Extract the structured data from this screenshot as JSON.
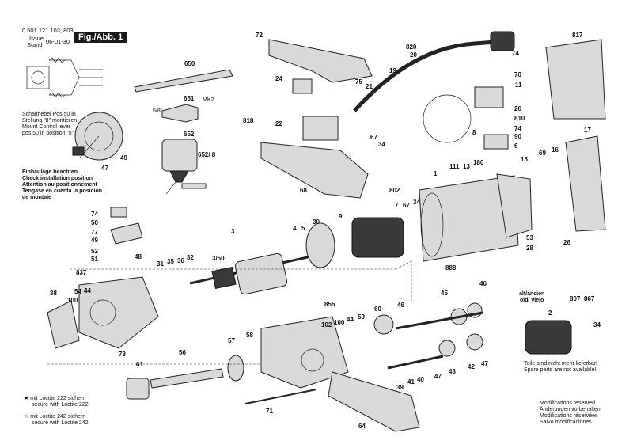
{
  "header": {
    "doc_number": "0 601 121 103; 803",
    "issue_label": "Issue",
    "stand_label": "Stand",
    "date": "06-01-30",
    "fig_label": "Fig./Abb. 1"
  },
  "switch_note": [
    "Schalthebel Pos.50 in",
    "Stellung \"II\" montieren",
    "Mount Control lever",
    "pos.50 in position \"II\""
  ],
  "install_note": [
    "Einbaulage beachten",
    "Check installation position",
    "Attention au positionnement",
    "Tengase en cuenta la posición",
    "de montaje"
  ],
  "loctite_222": [
    "mit Loctite 222 sichern",
    "secure with Loctite 222"
  ],
  "loctite_242": [
    "mit Loctite 242 sichern",
    "secure with Loctite 242"
  ],
  "alt_header": [
    "alt/ancien",
    "old/ viejo"
  ],
  "alt_parts_note": [
    "Teile sind nicht mehr lieferbar!",
    "Spare parts are not available!"
  ],
  "modifications": [
    "Modifications reserved",
    "Änderungen vorbehalten",
    "Modifications réservées",
    "Salvo modificaciones"
  ],
  "misc_text": {
    "mk2": "MK2",
    "size": "5/8\"",
    "star": "★",
    "star_outline": "☆",
    "small_label": "3/50"
  },
  "parts": [
    {
      "id": "72"
    },
    {
      "id": "650"
    },
    {
      "id": "820"
    },
    {
      "id": "20"
    },
    {
      "id": "817"
    },
    {
      "id": "74"
    },
    {
      "id": "11"
    },
    {
      "id": "24"
    },
    {
      "id": "75"
    },
    {
      "id": "21"
    },
    {
      "id": "19"
    },
    {
      "id": "70"
    },
    {
      "id": "651"
    },
    {
      "id": "26"
    },
    {
      "id": "810"
    },
    {
      "id": "818"
    },
    {
      "id": "74"
    },
    {
      "id": "90"
    },
    {
      "id": "6"
    },
    {
      "id": "22"
    },
    {
      "id": "67"
    },
    {
      "id": "34"
    },
    {
      "id": "8"
    },
    {
      "id": "17"
    },
    {
      "id": "652"
    },
    {
      "id": "652/ 8"
    },
    {
      "id": "69"
    },
    {
      "id": "16"
    },
    {
      "id": "15"
    },
    {
      "id": "111"
    },
    {
      "id": "13"
    },
    {
      "id": "180"
    },
    {
      "id": "1"
    },
    {
      "id": "68"
    },
    {
      "id": "49"
    },
    {
      "id": "47"
    },
    {
      "id": "802"
    },
    {
      "id": "7"
    },
    {
      "id": "67"
    },
    {
      "id": "34"
    },
    {
      "id": "74"
    },
    {
      "id": "50"
    },
    {
      "id": "9"
    },
    {
      "id": "30"
    },
    {
      "id": "3"
    },
    {
      "id": "4"
    },
    {
      "id": "5"
    },
    {
      "id": "53"
    },
    {
      "id": "28"
    },
    {
      "id": "26"
    },
    {
      "id": "77"
    },
    {
      "id": "49"
    },
    {
      "id": "52"
    },
    {
      "id": "51"
    },
    {
      "id": "48"
    },
    {
      "id": "31"
    },
    {
      "id": "35"
    },
    {
      "id": "36"
    },
    {
      "id": "32"
    },
    {
      "id": "888"
    },
    {
      "id": "837"
    },
    {
      "id": "54"
    },
    {
      "id": "44"
    },
    {
      "id": "100"
    },
    {
      "id": "38"
    },
    {
      "id": "46"
    },
    {
      "id": "45"
    },
    {
      "id": "855"
    },
    {
      "id": "60"
    },
    {
      "id": "46"
    },
    {
      "id": "102"
    },
    {
      "id": "100"
    },
    {
      "id": "44"
    },
    {
      "id": "59"
    },
    {
      "id": "57"
    },
    {
      "id": "58"
    },
    {
      "id": "56"
    },
    {
      "id": "78"
    },
    {
      "id": "61"
    },
    {
      "id": "71"
    },
    {
      "id": "64"
    },
    {
      "id": "39"
    },
    {
      "id": "41"
    },
    {
      "id": "40"
    },
    {
      "id": "47"
    },
    {
      "id": "43"
    },
    {
      "id": "42"
    },
    {
      "id": "47"
    },
    {
      "id": "2"
    },
    {
      "id": "807"
    },
    {
      "id": "867"
    },
    {
      "id": "34"
    }
  ]
}
